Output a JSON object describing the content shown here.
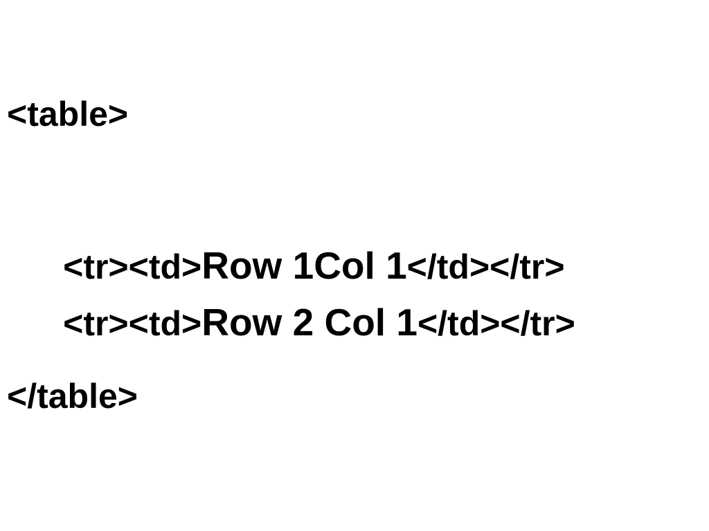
{
  "code": {
    "open_table": "<table>",
    "rows": [
      {
        "open_tags": "<tr><td>",
        "text": "Row 1Col 1",
        "close_tags": "</td></tr>"
      },
      {
        "open_tags": "<tr><td>",
        "text": "Row 2 Col 1",
        "close_tags": "</td></tr>"
      }
    ],
    "close_table": "</table>"
  },
  "colors": {
    "background": "#ffffff",
    "text": "#000000"
  }
}
